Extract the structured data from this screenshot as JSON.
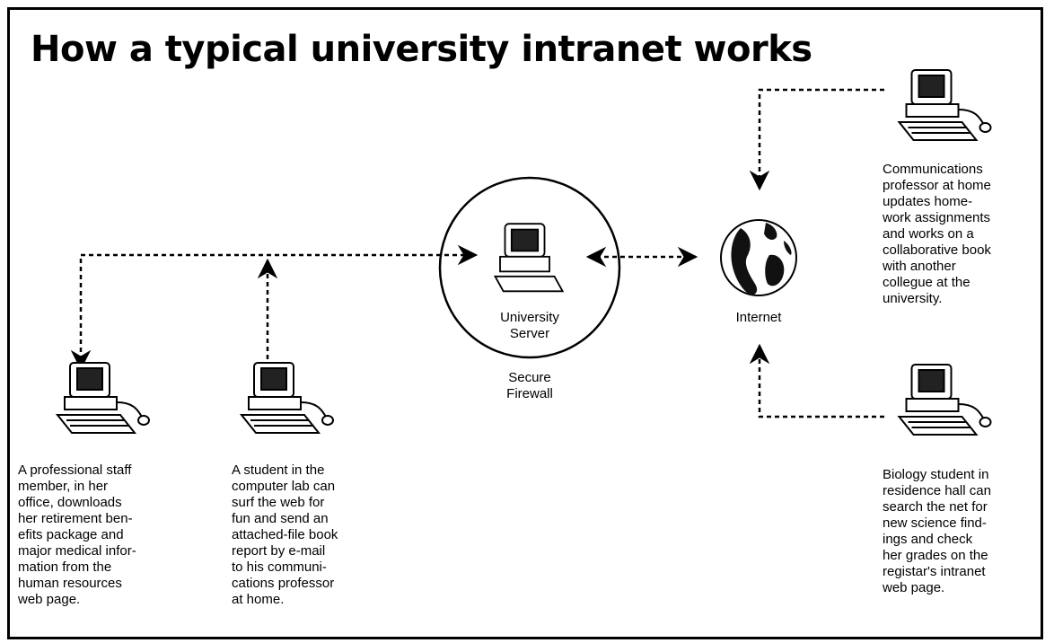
{
  "title": "How a typical university intranet works",
  "server": {
    "label_line1": "University",
    "label_line2": "Server",
    "firewall_line1": "Secure",
    "firewall_line2": "Firewall",
    "icon": "computer-icon"
  },
  "internet": {
    "label": "Internet",
    "icon": "globe-icon"
  },
  "nodes": {
    "staff": {
      "icon": "computer-icon",
      "caption": [
        "A professional staff",
        "member, in her",
        "office, downloads",
        "her retirement ben-",
        "efits package and",
        "major medical infor-",
        "mation from the",
        "human resources",
        "web page."
      ]
    },
    "student_lab": {
      "icon": "computer-icon",
      "caption": [
        "A student in the",
        "computer lab can",
        "surf the web for",
        "fun and send an",
        "attached-file book",
        "report by e-mail",
        "to his communi-",
        "cations professor",
        "at home."
      ]
    },
    "professor": {
      "icon": "computer-icon",
      "caption": [
        "Communications",
        "professor at home",
        "updates home-",
        "work assignments",
        "and works on a",
        "collaborative book",
        "with another",
        "collegue at the",
        "university."
      ]
    },
    "biology": {
      "icon": "computer-icon",
      "caption": [
        "Biology student in",
        "residence hall can",
        "search the net for",
        "new science find-",
        "ings and check",
        "her grades on the",
        "registar's intranet",
        "web page."
      ]
    }
  }
}
